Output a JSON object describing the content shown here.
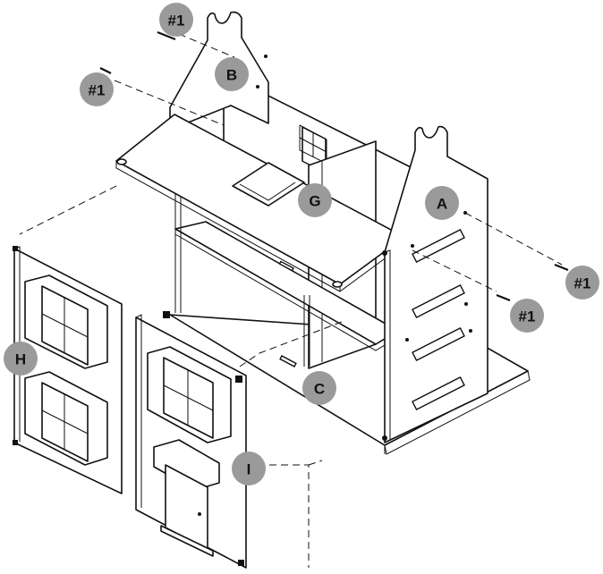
{
  "labels": {
    "a": "A",
    "b": "B",
    "c": "C",
    "g": "G",
    "h": "H",
    "i": "I",
    "screw_top": "#1",
    "screw_left": "#1",
    "screw_right_upper": "#1",
    "screw_right_lower": "#1"
  },
  "colors": {
    "line": "#111111",
    "label_circle": "#9a9a9a",
    "background": "#ffffff"
  }
}
